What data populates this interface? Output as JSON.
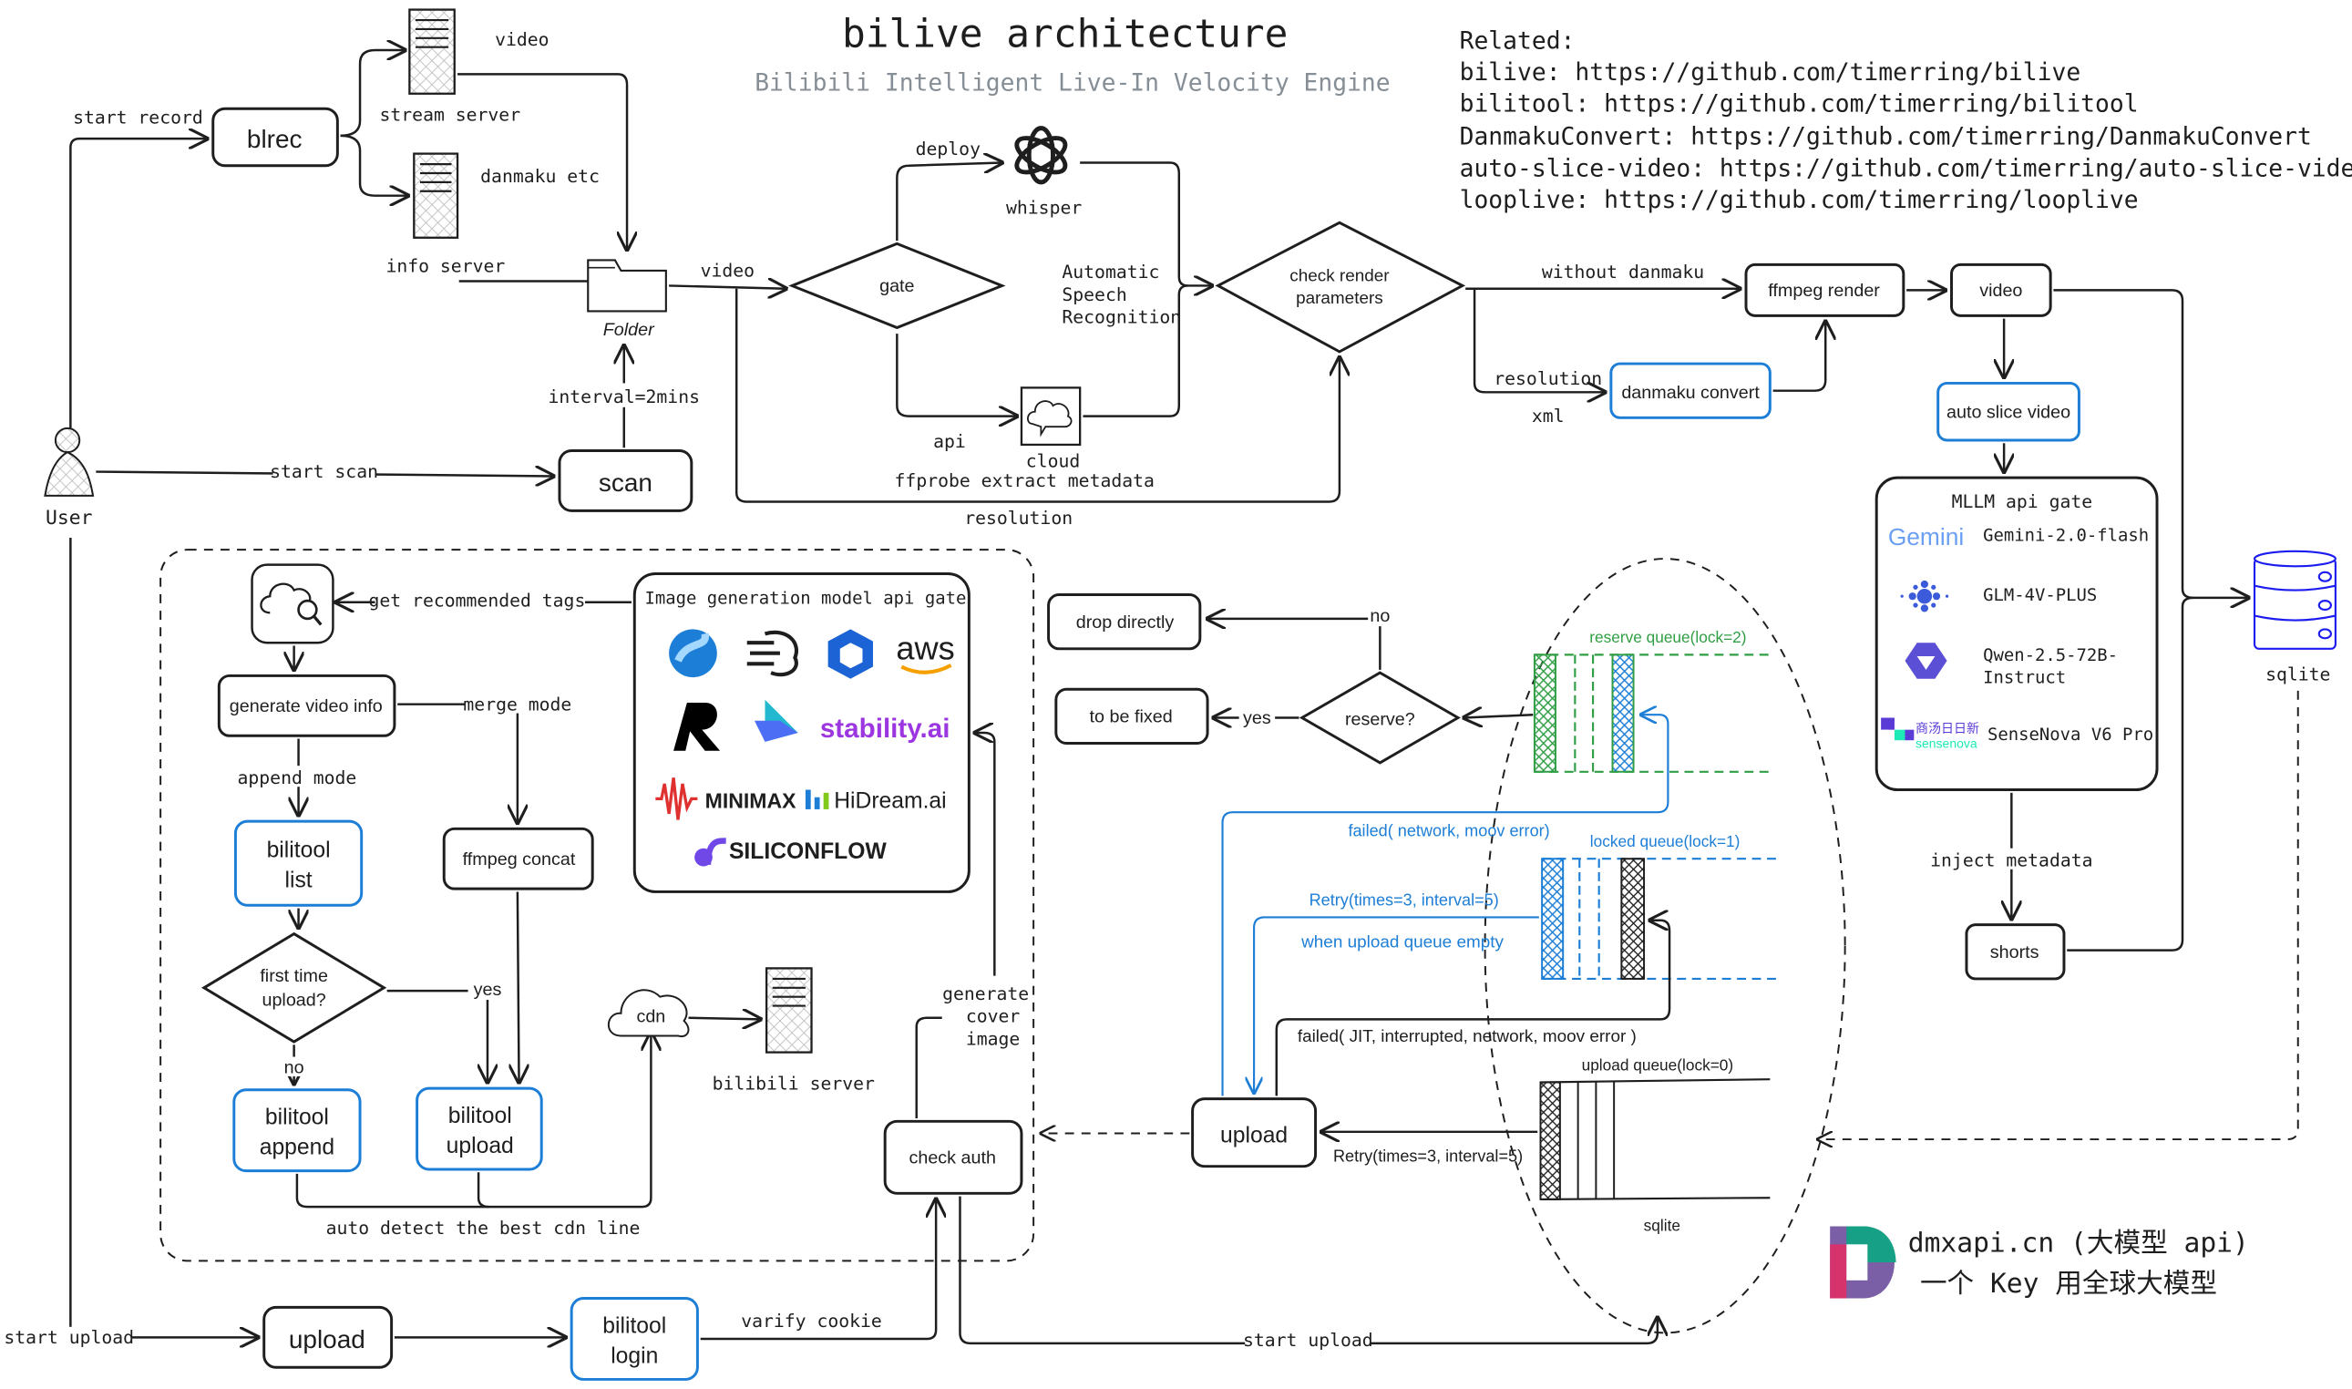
{
  "header": {
    "title": "bilive architecture",
    "subtitle": "Bilibili Intelligent Live-In Velocity Engine"
  },
  "related": {
    "heading": "Related:",
    "links": [
      "bilive: https://github.com/timerring/bilive",
      "bilitool: https://github.com/timerring/bilitool",
      "DanmakuConvert: https://github.com/timerring/DanmakuConvert",
      "auto-slice-video: https://github.com/timerring/auto-slice-video",
      "looplive: https://github.com/timerring/looplive"
    ]
  },
  "nodes": {
    "user": "User",
    "blrec": "blrec",
    "stream_server": "stream server",
    "info_server": "info server",
    "folder": "Folder",
    "scan": "scan",
    "gate": "gate",
    "whisper": "whisper",
    "cloud": "cloud",
    "check_render_1": "check render",
    "check_render_2": "parameters",
    "ffmpeg_render": "ffmpeg render",
    "video": "video",
    "danmaku_convert": "danmaku convert",
    "auto_slice_video": "auto slice video",
    "mllm_gate": "MLLM api gate",
    "shorts": "shorts",
    "sqlite": "sqlite",
    "generate_video_info": "generate video info",
    "bilitool_list_1": "bilitool",
    "bilitool_list_2": "list",
    "ffmpeg_concat": "ffmpeg concat",
    "first_time_1": "first time",
    "first_time_2": "upload?",
    "bilitool_append_1": "bilitool",
    "bilitool_append_2": "append",
    "bilitool_upload_1": "bilitool",
    "bilitool_upload_2": "upload",
    "cdn": "cdn",
    "bilibili_server": "bilibili server",
    "image_gate": "Image generation model api gate",
    "check_auth": "check auth",
    "upload_main": "upload",
    "bilitool_login_1": "bilitool",
    "bilitool_login_2": "login",
    "drop_directly": "drop directly",
    "to_be_fixed": "to be fixed",
    "reserve": "reserve?",
    "upload_queue_box": "upload",
    "queue_sqlite": "sqlite"
  },
  "edges": {
    "start_record": "start record",
    "video_top": "video",
    "danmaku_etc": "danmaku etc",
    "interval": "interval=2mins",
    "start_scan": "start scan",
    "video_gate": "video",
    "deploy": "deploy",
    "api": "api",
    "ffprobe": "ffprobe extract metadata",
    "asr": [
      "Automatic",
      "Speech",
      "Recognition"
    ],
    "resolution_bottom": "resolution",
    "without_danmaku": "without danmaku",
    "resolution": "resolution",
    "xml": "xml",
    "inject_metadata": "inject metadata",
    "get_tags": "get recommended tags",
    "merge_mode": "merge mode",
    "append_mode": "append mode",
    "yes": "yes",
    "no": "no",
    "cdn_line": "auto detect the best cdn line",
    "cover": [
      "generate",
      "cover",
      "image"
    ],
    "start_upload_left": "start upload",
    "varify_cookie": "varify cookie",
    "start_upload_bottom": "start upload",
    "reserve_no": "no",
    "reserve_yes": "yes"
  },
  "queues": {
    "reserve": "reserve queue(lock=2)",
    "locked": "locked queue(lock=1)",
    "upload": "upload queue(lock=0)",
    "failed_network": "failed( network, moov error)",
    "retry_blue": "Retry(times=3, interval=5)",
    "when_empty": "when upload queue empty",
    "failed_jit": "failed( JIT, interrupted, network, moov error )",
    "retry_black": "Retry(times=3, interval=5)"
  },
  "mllm_models": [
    {
      "logo": "Gemini",
      "name": "Gemini-2.0-flash"
    },
    {
      "logo": "glm-dots-icon",
      "name": "GLM-4V-PLUS"
    },
    {
      "logo": "qwen-icon",
      "name": "Qwen-2.5-72B-",
      "name2": "Instruct"
    },
    {
      "logo": "sensenova",
      "logo_cn": "商汤日日新",
      "name": "SenseNova V6 Pro"
    }
  ],
  "image_models": {
    "aws": "aws",
    "stability": "stability.ai",
    "minimax": "MINIMAX",
    "hidream": "HiDream.ai",
    "siliconflow": "SILICONFLOW"
  },
  "branding": {
    "line1": "dmxapi.cn (大模型 api)",
    "line2": "一个 Key 用全球大模型"
  },
  "colors": {
    "accent_blue": "#1c7ed6",
    "reserve_green": "#2f9e44",
    "stroke": "#1e1e1e",
    "subtitle_gray": "#868e96"
  }
}
